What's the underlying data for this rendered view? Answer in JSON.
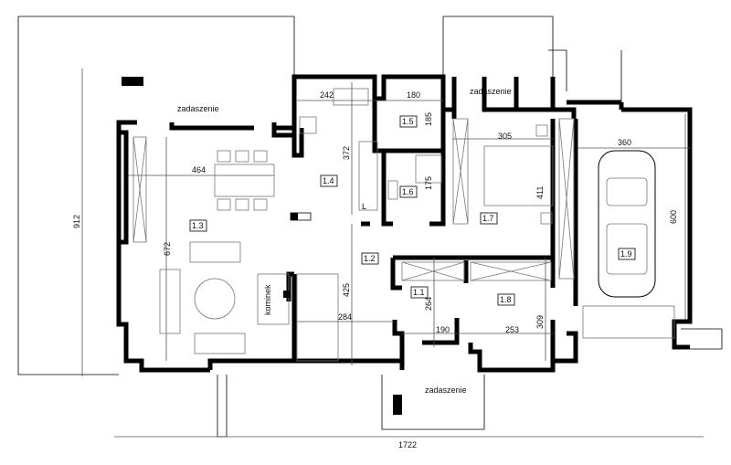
{
  "plan": {
    "rooms": [
      {
        "id": "1.1"
      },
      {
        "id": "1.2"
      },
      {
        "id": "1.3"
      },
      {
        "id": "1.4"
      },
      {
        "id": "1.5"
      },
      {
        "id": "1.6"
      },
      {
        "id": "1.7"
      },
      {
        "id": "1.8"
      },
      {
        "id": "1.9"
      }
    ],
    "labels": {
      "roof_left": "zadaszenie",
      "roof_top": "zadaszenie",
      "roof_bottom": "zadaszenie",
      "fireplace": "kominek",
      "fridge_mark": "L"
    },
    "dimensions": {
      "kitchen_width": "242",
      "pantry_width": "180",
      "pantry_depth": "185",
      "kitchen_depth": "372",
      "bedroom_width": "305",
      "bath_depth": "175",
      "bedroom_depth": "411",
      "living_width": "464",
      "living_depth": "672",
      "total_depth": "912",
      "garage_width": "360",
      "garage_depth": "600",
      "hall_depth": "425",
      "stairs_width": "284",
      "vestibule_depth": "264",
      "vestibule_width": "190",
      "wardrobe_width": "253",
      "wardrobe_depth": "309",
      "total_width": "1722"
    }
  }
}
